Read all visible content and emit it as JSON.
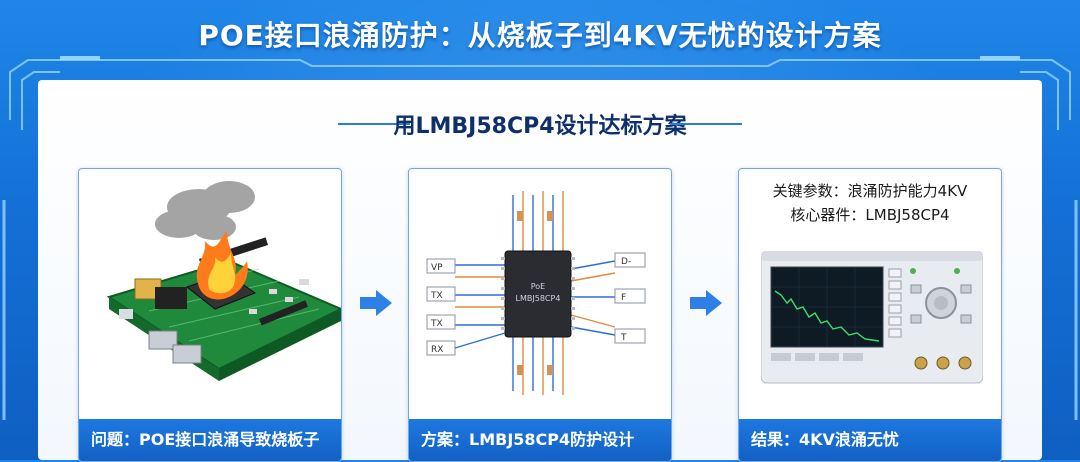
{
  "title": "POE接口浪涌防护：从烧板子到4KV无忧的设计方案",
  "subtitle": "用LMBJ58CP4设计达标方案",
  "cards": [
    {
      "footer": "问题：POE接口浪涌导致烧板子"
    },
    {
      "footer": "方案：LMBJ58CP4防护设计",
      "chip_lines": [
        "PoE",
        "LMBJ58CP4"
      ],
      "left_labels": [
        "VP",
        "TX",
        "TX",
        "RX"
      ],
      "right_labels": [
        "D-",
        "F",
        "T"
      ]
    },
    {
      "footer": "结果：4KV浪涌无忧",
      "params": [
        "关键参数：浪涌防护能力4KV",
        "核心器件：LMBJ58CP4"
      ]
    }
  ],
  "colors": {
    "accent": "#1470d6",
    "footer": "#1261c4",
    "arrow": "#2f80e6",
    "pcb": "#1f8a3c",
    "fire": "#ff7a1a"
  },
  "icons": [
    "burning-pcb-image",
    "chip-schematic-image",
    "oscilloscope-image",
    "right-arrow-icon"
  ]
}
